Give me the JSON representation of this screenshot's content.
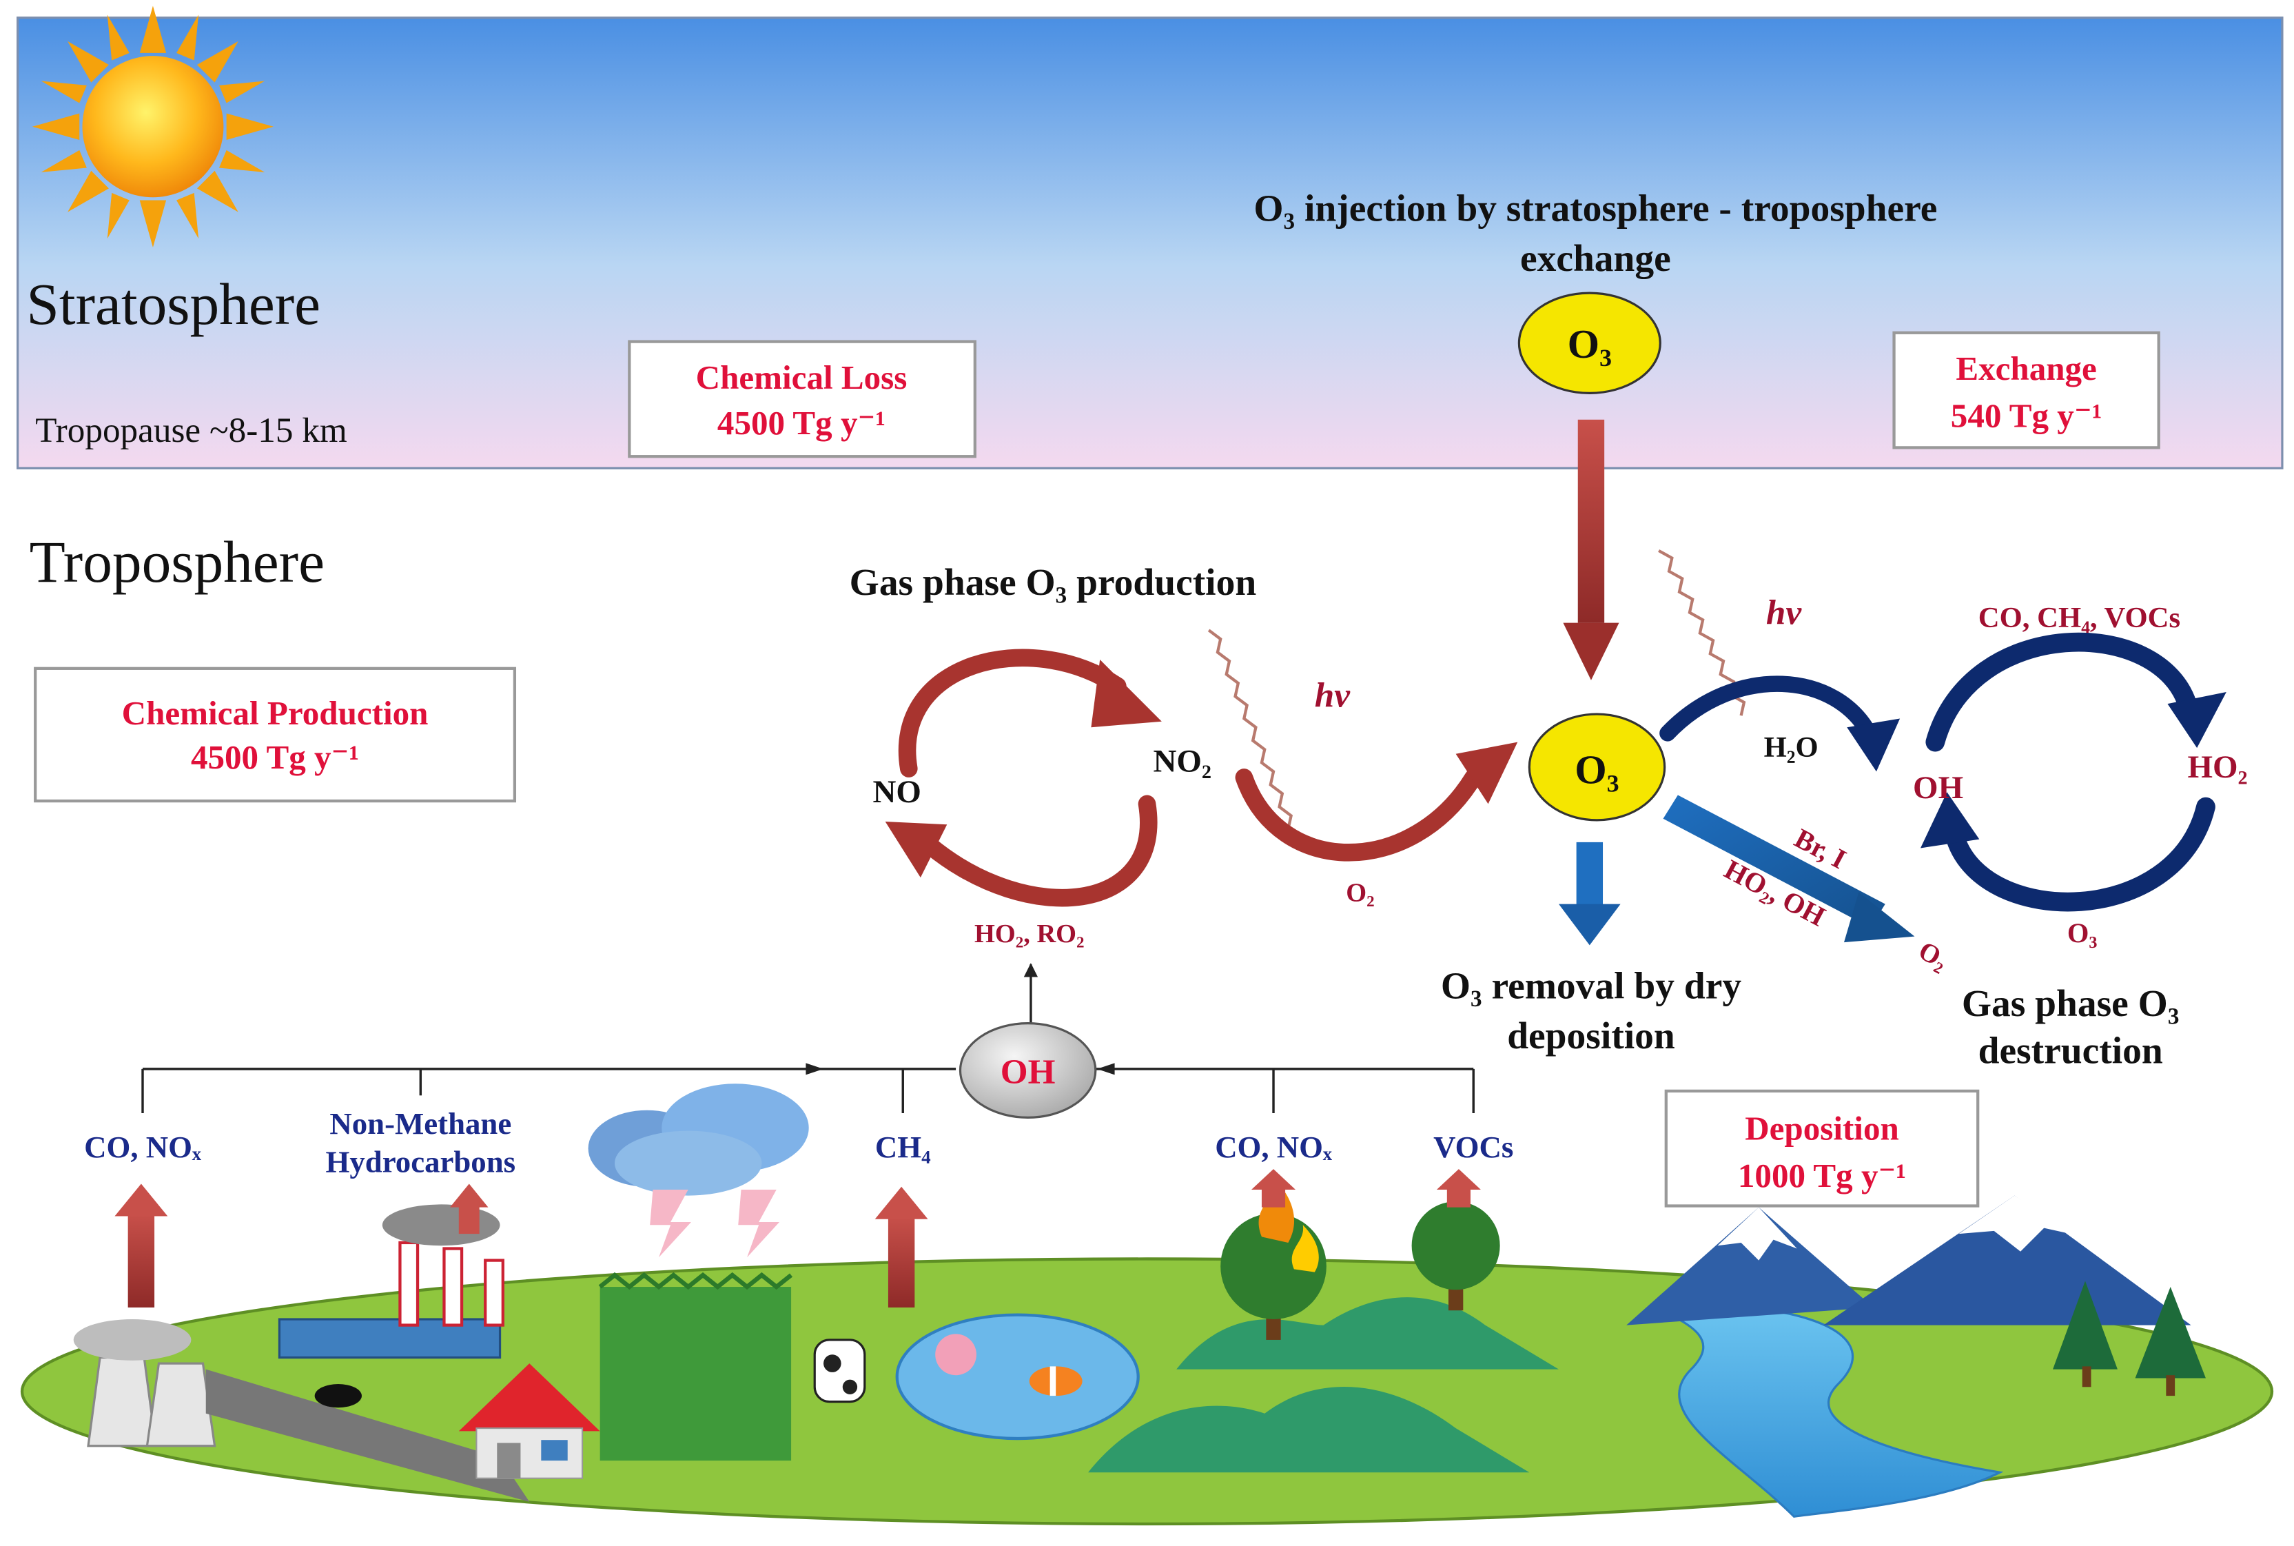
{
  "stratosphere": {
    "label": "Stratosphere",
    "tropopause": "Tropopause ~8-15 km",
    "injection_line1": "O₃  injection by stratosphere  - troposphere",
    "injection_line2": "exchange",
    "o3_label": "O₃",
    "chemical_loss": {
      "title": "Chemical Loss",
      "value": "4500 Tg y⁻¹"
    },
    "exchange": {
      "title": "Exchange",
      "value": "540 Tg y⁻¹"
    }
  },
  "troposphere": {
    "label": "Troposphere",
    "chemical_production": {
      "title": "Chemical Production",
      "value": "4500 Tg y⁻¹"
    },
    "deposition": {
      "title": "Deposition",
      "value": "1000 Tg y⁻¹"
    }
  },
  "production_cycle": {
    "title": "Gas phase O₃  production",
    "no": "NO",
    "no2": "NO₂",
    "hv": "hv",
    "o2": "O₂",
    "ho2_ro2": "HO₂, RO₂"
  },
  "ozone_center": {
    "o3": "O₃",
    "hv": "hv",
    "h2o": "H₂O",
    "br_i": "Br, I",
    "ho2_oh": "HO₂, OH",
    "o2": "O₂",
    "removal_line1": "O₃  removal by dry",
    "removal_line2": "deposition"
  },
  "destruction_cycle": {
    "reactants": "CO, CH₄, VOCs",
    "oh": "OH",
    "ho2": "HO₂",
    "o3": "O₃",
    "title_line1": "Gas phase O₃",
    "title_line2": "destruction"
  },
  "emissions": {
    "oh": "OH",
    "co_nox_1": "CO, NOₓ",
    "nmhc_line1": "Non-Methane",
    "nmhc_line2": "Hydrocarbons",
    "ch4": "CH₄",
    "co_nox_2": "CO, NOₓ",
    "vocs": "VOCs"
  },
  "colors": {
    "sky_top": "#4a90e2",
    "sky_bottom": "#f2d6ee",
    "red_text": "#e0103a",
    "navy": "#0d1f6e",
    "arrow_red": "#b03a36",
    "ozone_yellow": "#f5e600",
    "grass": "#8fc63e"
  }
}
